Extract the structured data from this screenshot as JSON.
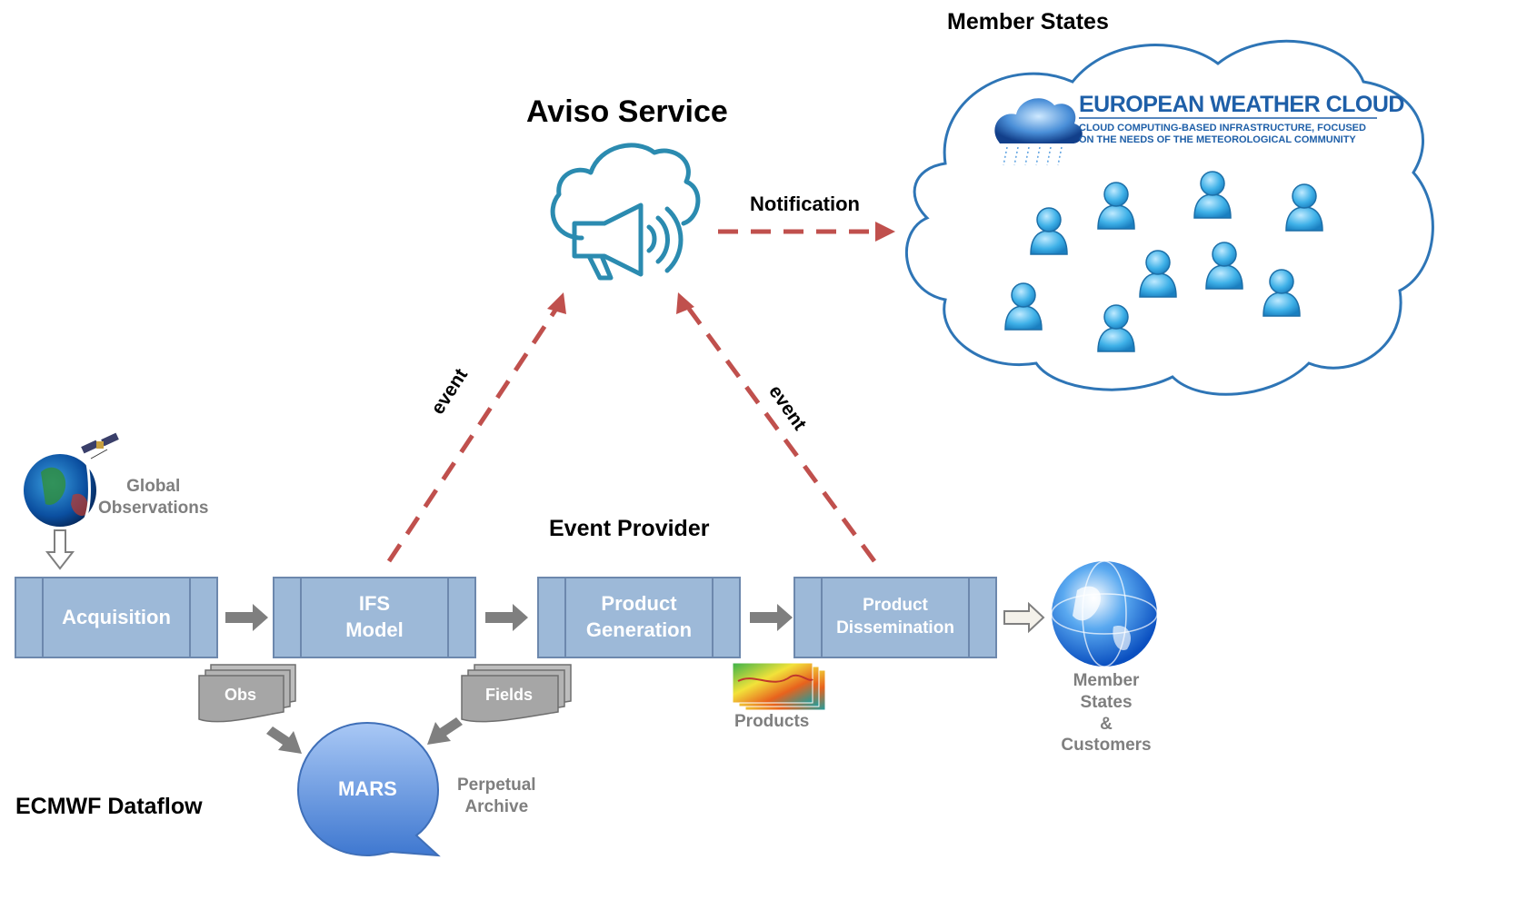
{
  "titles": {
    "aviso_service": "Aviso Service",
    "member_states": "Member States",
    "event_provider": "Event Provider",
    "ecmwf_dataflow": "ECMWF Dataflow"
  },
  "arrows": {
    "notification": "Notification",
    "event_left": "event",
    "event_right": "event"
  },
  "pipeline": {
    "acquisition": "Acquisition",
    "ifs_line1": "IFS",
    "ifs_line2": "Model",
    "product_generation_line1": "Product",
    "product_generation_line2": "Generation",
    "product_dissemination_line1": "Product",
    "product_dissemination_line2": "Dissemination"
  },
  "labels": {
    "global_observations_line1": "Global",
    "global_observations_line2": "Observations",
    "obs": "Obs",
    "fields": "Fields",
    "products": "Products",
    "mars": "MARS",
    "perpetual_line1": "Perpetual",
    "perpetual_line2": "Archive",
    "customers_line1": "Member",
    "customers_line2": "States",
    "customers_line3": "&",
    "customers_line4": "Customers"
  },
  "ewc": {
    "title": "EUROPEAN WEATHER CLOUD",
    "subtitle_line1": "CLOUD COMPUTING-BASED INFRASTRUCTURE, FOCUSED",
    "subtitle_line2": "ON THE NEEDS OF THE METEOROLOGICAL COMMUNITY"
  },
  "colors": {
    "process_fill": "#9db9d8",
    "process_border": "#6d88ad",
    "event_arrow": "#c0504d",
    "cloud_outline": "#2e75b6",
    "aviso_icon": "#2b8bb0",
    "gray_arrow": "#7f7f7f",
    "mars_fill": "#5b8fd6"
  },
  "icons": [
    "aviso-megaphone-cloud-icon",
    "globe-satellite-icon",
    "world-globe-icon",
    "person-icon",
    "document-stack-icon",
    "products-image-icon",
    "ewc-cloud-logo-icon"
  ]
}
